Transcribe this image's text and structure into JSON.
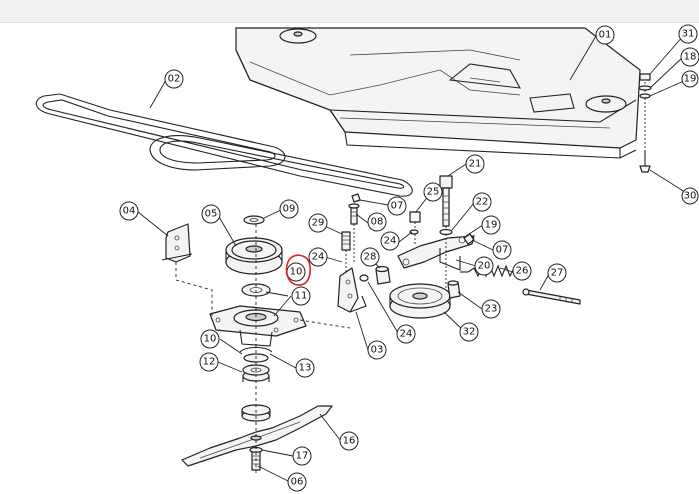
{
  "callouts": [
    {
      "id": "c01",
      "label": "01"
    },
    {
      "id": "c02",
      "label": "02"
    },
    {
      "id": "c03",
      "label": "03"
    },
    {
      "id": "c04",
      "label": "04"
    },
    {
      "id": "c05",
      "label": "05"
    },
    {
      "id": "c06",
      "label": "06"
    },
    {
      "id": "c07a",
      "label": "07"
    },
    {
      "id": "c07b",
      "label": "07"
    },
    {
      "id": "c08",
      "label": "08"
    },
    {
      "id": "c09",
      "label": "09"
    },
    {
      "id": "c10a",
      "label": "10"
    },
    {
      "id": "c10b",
      "label": "10"
    },
    {
      "id": "c11",
      "label": "11"
    },
    {
      "id": "c12",
      "label": "12"
    },
    {
      "id": "c13",
      "label": "13"
    },
    {
      "id": "c16",
      "label": "16"
    },
    {
      "id": "c17",
      "label": "17"
    },
    {
      "id": "c18",
      "label": "18"
    },
    {
      "id": "c19a",
      "label": "19"
    },
    {
      "id": "c19b",
      "label": "19"
    },
    {
      "id": "c20",
      "label": "20"
    },
    {
      "id": "c21",
      "label": "21"
    },
    {
      "id": "c22",
      "label": "22"
    },
    {
      "id": "c23",
      "label": "23"
    },
    {
      "id": "c24a",
      "label": "24"
    },
    {
      "id": "c24b",
      "label": "24"
    },
    {
      "id": "c24c",
      "label": "24"
    },
    {
      "id": "c25",
      "label": "25"
    },
    {
      "id": "c26",
      "label": "26"
    },
    {
      "id": "c27",
      "label": "27"
    },
    {
      "id": "c28",
      "label": "28"
    },
    {
      "id": "c29",
      "label": "29"
    },
    {
      "id": "c30",
      "label": "30"
    },
    {
      "id": "c31",
      "label": "31"
    },
    {
      "id": "c32",
      "label": "32"
    }
  ],
  "highlight_color": "#e02020"
}
